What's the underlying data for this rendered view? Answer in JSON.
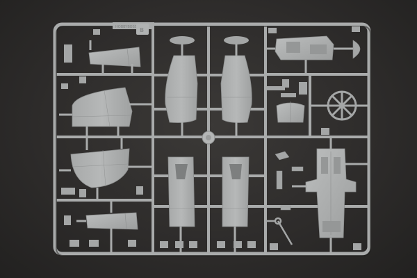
{
  "sprue": {
    "letter": "B",
    "tag_text": "HOBBYBOSS",
    "colors": {
      "background": "#2f2d2c",
      "plastic": "#a9abab",
      "plastic_shadow": "#8c8e8e",
      "plastic_light": "#c2c4c4"
    },
    "parts": [
      {
        "name": "outer-frame"
      },
      {
        "name": "flap-upper-left"
      },
      {
        "name": "wing-panel-left-upper"
      },
      {
        "name": "wing-panel-left-lower"
      },
      {
        "name": "flap-lower-left"
      },
      {
        "name": "fuselage-half-left"
      },
      {
        "name": "fuselage-half-right"
      },
      {
        "name": "fuselage-lower-left"
      },
      {
        "name": "fuselage-lower-right"
      },
      {
        "name": "cockpit-floor"
      },
      {
        "name": "bulkhead"
      },
      {
        "name": "wheel-hub"
      },
      {
        "name": "cockpit-tub"
      },
      {
        "name": "small-part"
      }
    ]
  }
}
